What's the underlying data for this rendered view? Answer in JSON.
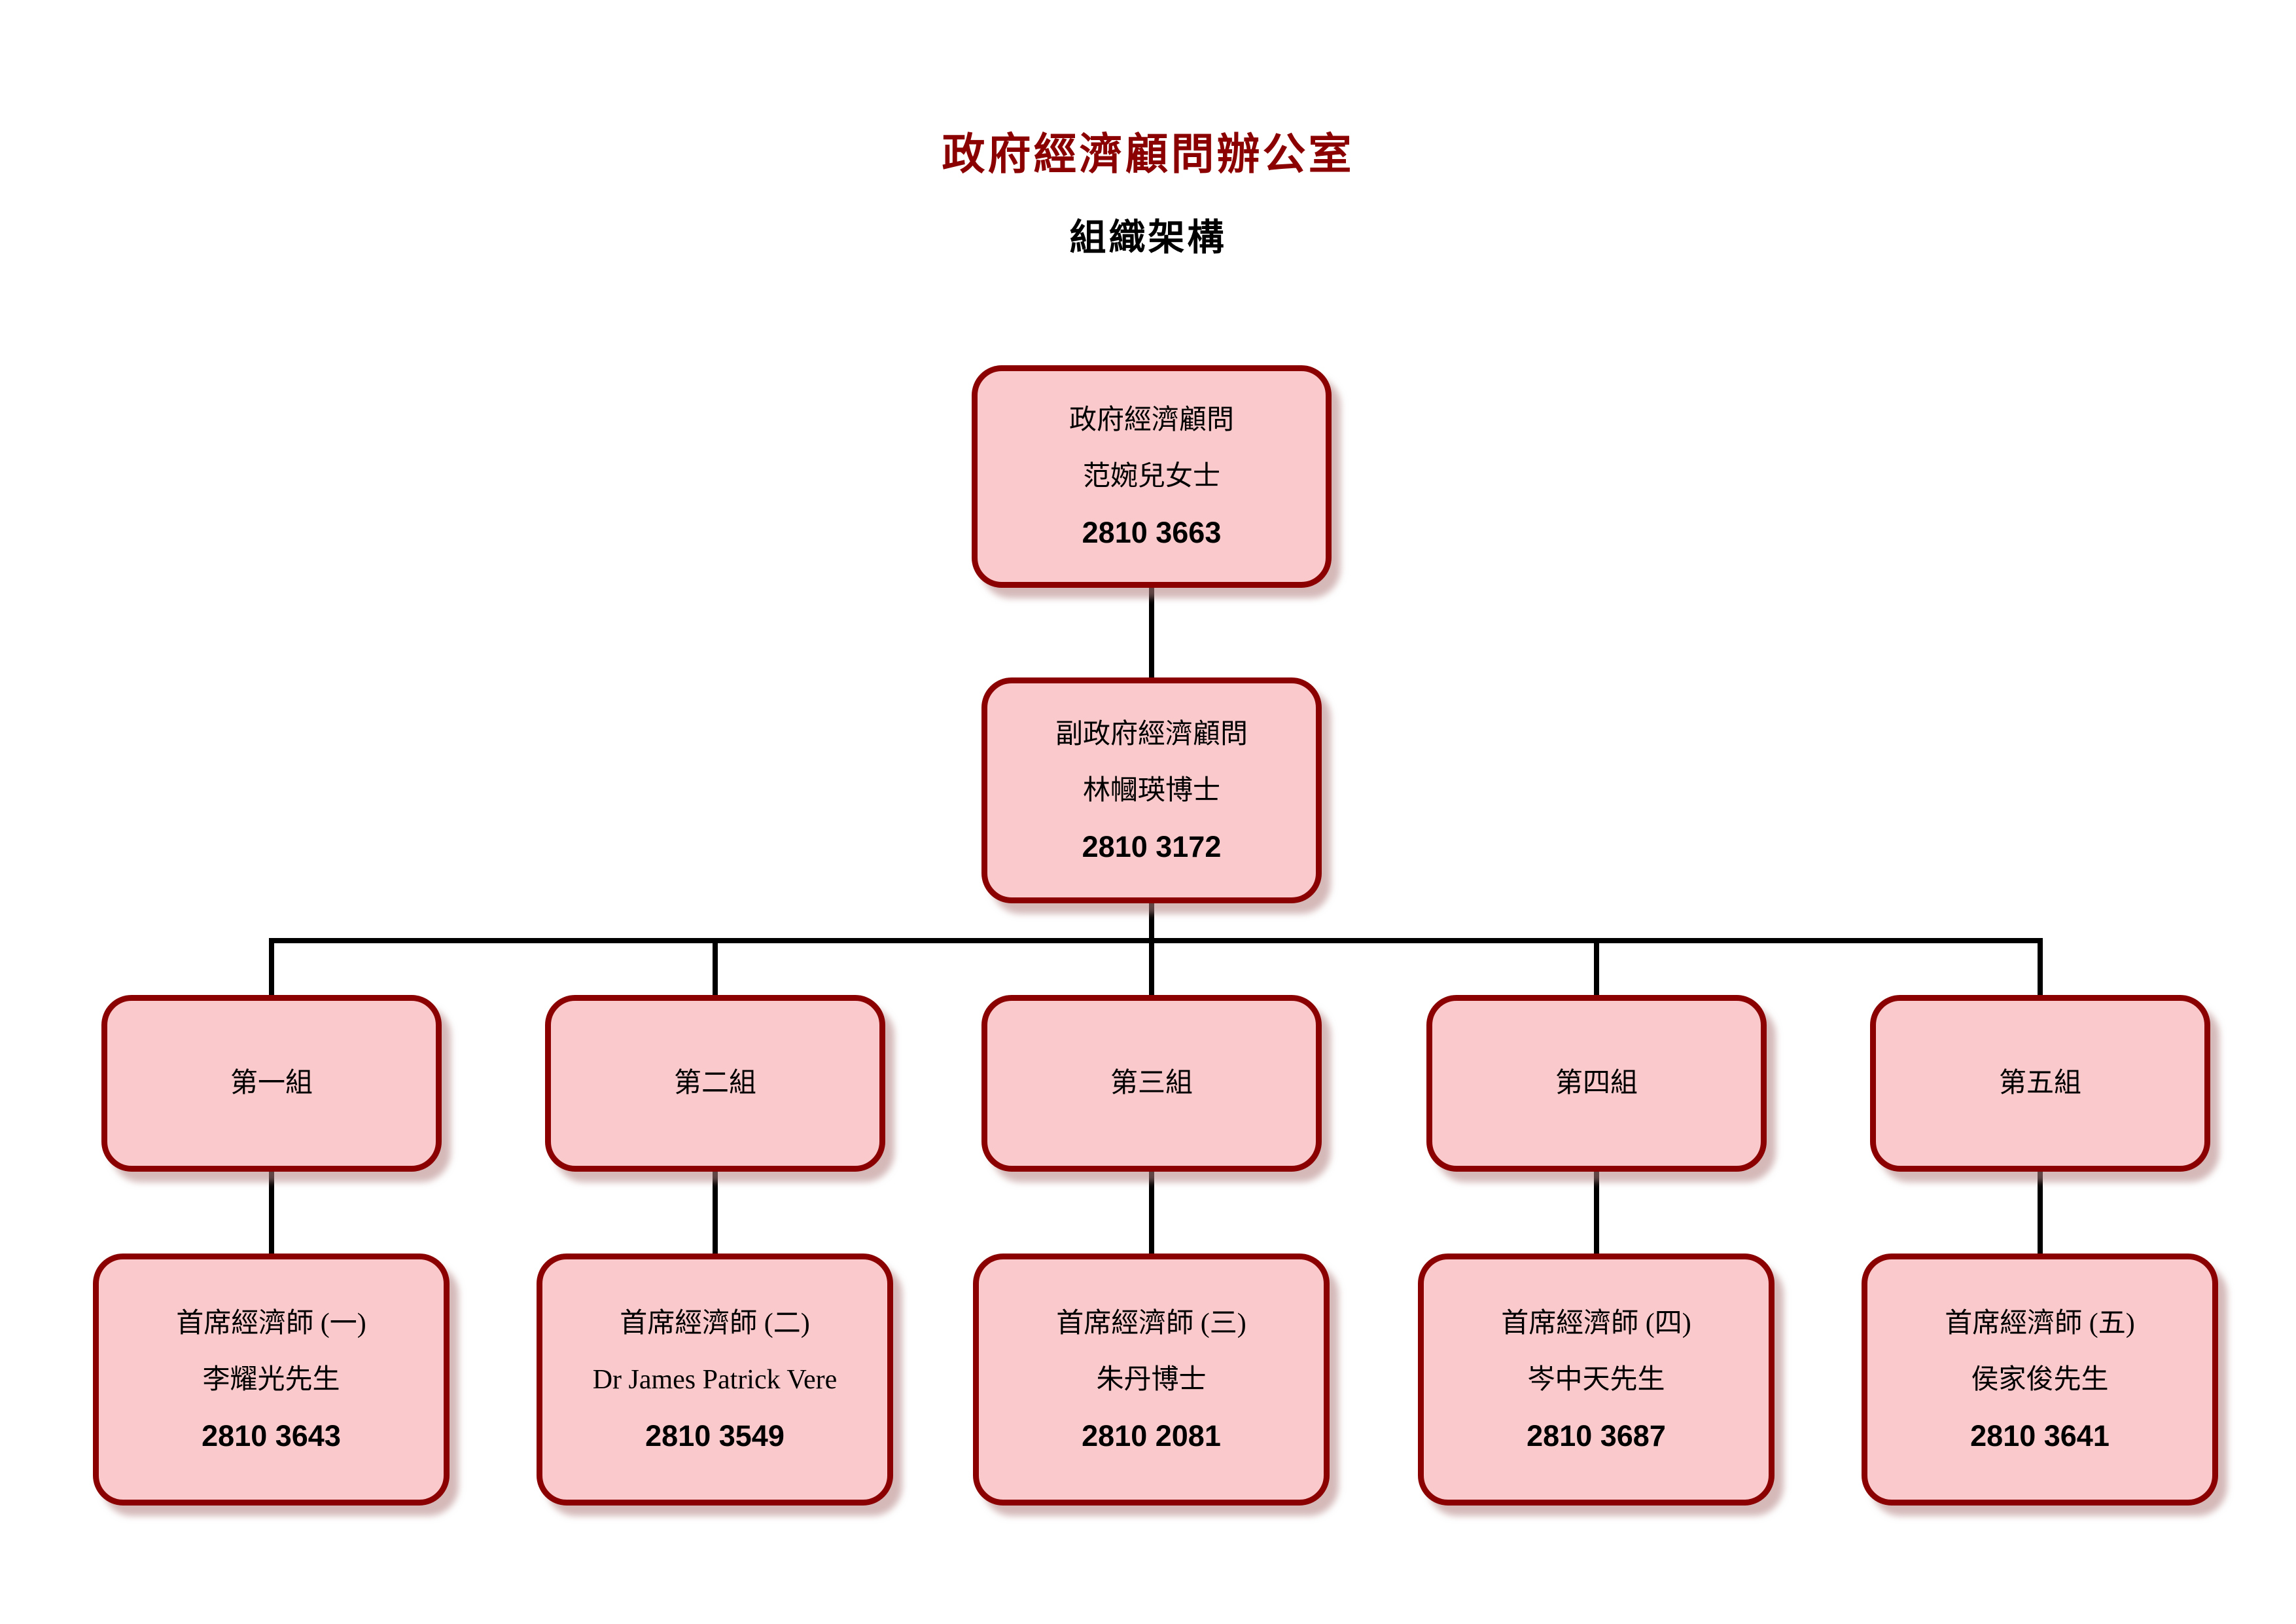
{
  "page": {
    "title": "政府經濟顧問辦公室",
    "subtitle": "組織架構"
  },
  "colors": {
    "title_red": "#8B0000",
    "box_border": "#8B0000",
    "box_fill": "#F9C9CB",
    "connector": "#000000"
  },
  "org": {
    "root": {
      "title": "政府經濟顧問",
      "name": "范婉兒女士",
      "phone": "2810 3663"
    },
    "deputy": {
      "title": "副政府經濟顧問",
      "name": "林幗瑛博士",
      "phone": "2810 3172"
    },
    "groups": [
      {
        "label": "第一組",
        "chief": {
          "title": "首席經濟師 (一)",
          "name": "李耀光先生",
          "phone": "2810 3643"
        }
      },
      {
        "label": "第二組",
        "chief": {
          "title": "首席經濟師 (二)",
          "name": "Dr James Patrick Vere",
          "phone": "2810 3549"
        }
      },
      {
        "label": "第三組",
        "chief": {
          "title": "首席經濟師 (三)",
          "name": "朱丹博士",
          "phone": "2810 2081"
        }
      },
      {
        "label": "第四組",
        "chief": {
          "title": "首席經濟師 (四)",
          "name": "岑中天先生",
          "phone": "2810 3687"
        }
      },
      {
        "label": "第五組",
        "chief": {
          "title": "首席經濟師 (五)",
          "name": "侯家俊先生",
          "phone": "2810 3641"
        }
      }
    ]
  }
}
